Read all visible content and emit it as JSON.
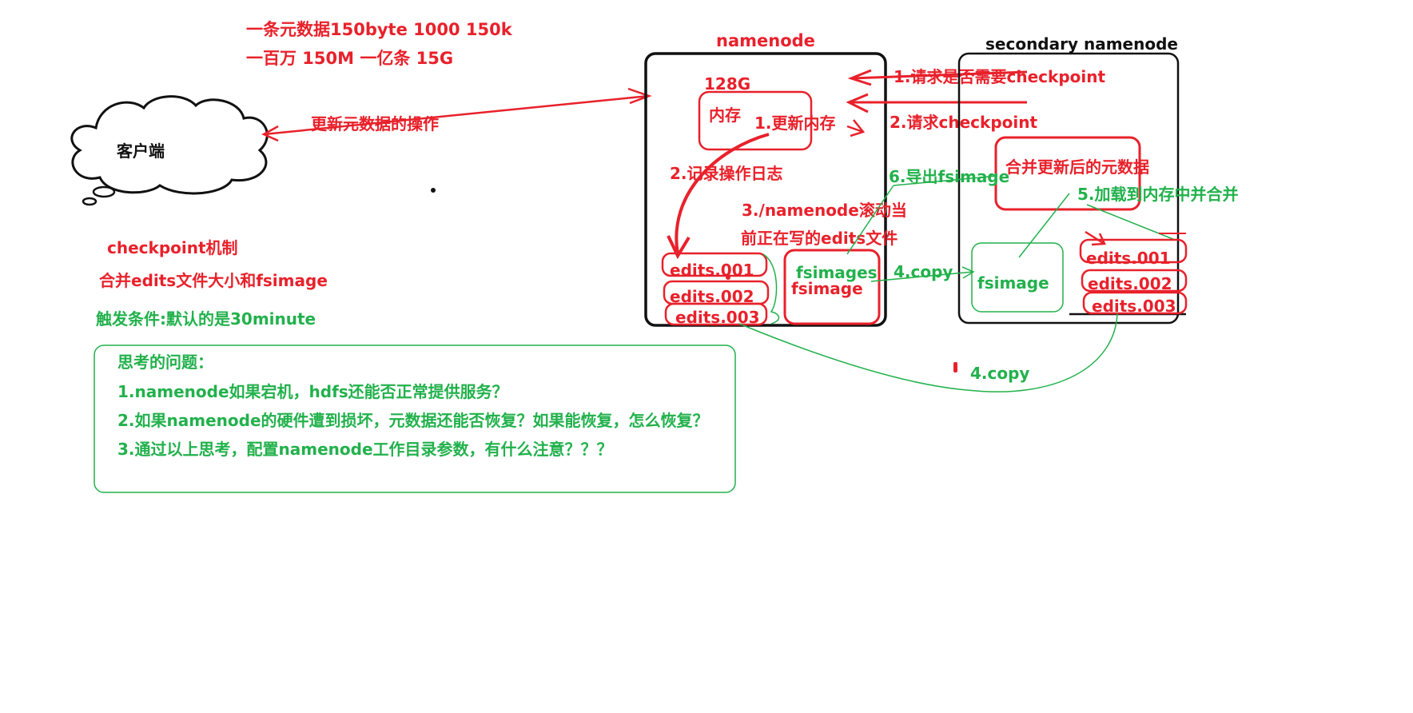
{
  "colors": {
    "red": "#e8212b",
    "green": "#22b14c",
    "black": "#111111"
  },
  "notes": {
    "line1": "一条元数据150byte 1000 150k",
    "line2": "一百万 150M 一亿条 15G"
  },
  "client": {
    "label": "客户端",
    "icon": "cloud-icon"
  },
  "arrows": {
    "update_op": "更新元数据的操作"
  },
  "namenode": {
    "title": "namenode",
    "mem_size": "128G",
    "memory_label": "内存",
    "step_update_memory": "1.更新内存",
    "step_log": "2.记录操作日志",
    "step_roll_line1": "3./namenode滚动当",
    "step_roll_line2": "前正在写的edits文件",
    "edits": [
      "edits.001",
      "edits.002",
      "edits.003"
    ],
    "fsimages_label": "fsimages",
    "fsimage_label": "fsimage"
  },
  "secondary": {
    "title": "secondary namenode",
    "request_checkpoint_q": "1.请求是否需要checkpoint",
    "request_checkpoint": "2.请求checkpoint",
    "merged_metadata": "合并更新后的元数据",
    "export_fsimage": "6.导出fsimage",
    "load_merge": "5.加载到内存中并合并",
    "copy_fsimage": "4.copy",
    "fsimage_label": "fsimage",
    "edits": [
      "edits.001",
      "edits.002",
      "edits.003"
    ],
    "copy_edits": "4.copy"
  },
  "checkpoint": {
    "title": "checkpoint机制",
    "desc": "合并edits文件大小和fsimage",
    "trigger": "触发条件:默认的是30minute"
  },
  "questions": {
    "heading": "思考的问题：",
    "items": [
      "1.namenode如果宕机，hdfs还能否正常提供服务？",
      "2.如果namenode的硬件遭到损坏，元数据还能否恢复？如果能恢复，怎么恢复？",
      "3.通过以上思考，配置namenode工作目录参数，有什么注意？？？"
    ]
  }
}
